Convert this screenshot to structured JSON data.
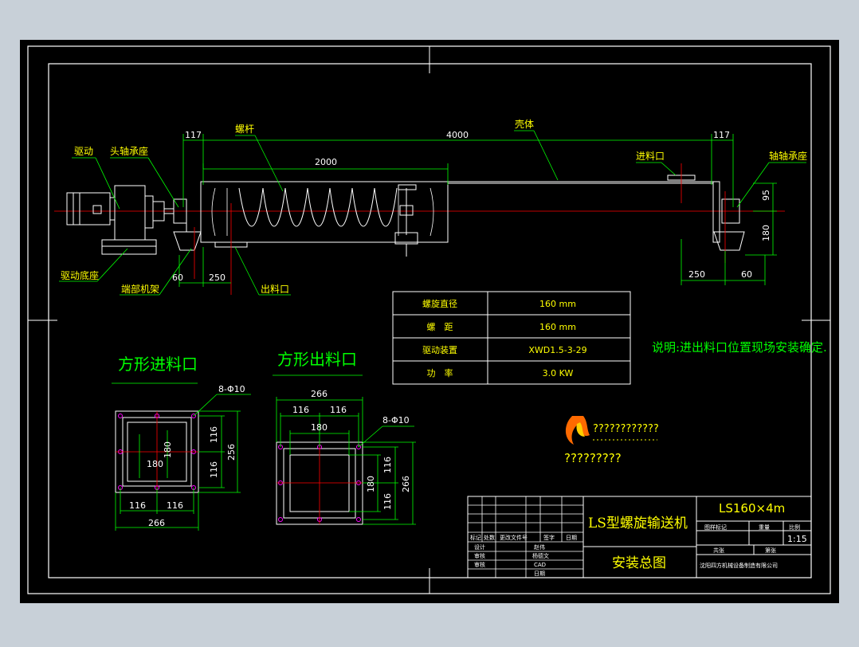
{
  "colors": {
    "background": "#000000",
    "outer": "#c8d0d8",
    "line": "#ffffff",
    "dimension": "#00ff00",
    "center": "#ff0000",
    "label": "#ffff00",
    "title_green": "#00ff00"
  },
  "dims": {
    "d117_left": "117",
    "d4000": "4000",
    "d117_right": "117",
    "d2000": "2000",
    "d60_left": "60",
    "d250_left": "250",
    "d250_right": "250",
    "d60_right": "60",
    "d95": "95",
    "d180": "180"
  },
  "labels": {
    "drive": "驱动",
    "head_bearing": "头轴承座",
    "screw_rod": "螺杆",
    "casing": "壳体",
    "inlet": "进料口",
    "tail_bearing": "轴轴承座",
    "drive_base": "驱动底座",
    "end_frame": "端部机架",
    "outlet": "出料口"
  },
  "spec_table": {
    "rows": [
      {
        "name": "螺旋直径",
        "value": "160 mm"
      },
      {
        "name": "螺　距",
        "value": "160 mm"
      },
      {
        "name": "驱动装置",
        "value": "XWD1.5-3-29"
      },
      {
        "name": "功　率",
        "value": "3.0 KW"
      }
    ]
  },
  "note": "说明:进出料口位置现场安装确定.",
  "inlet_view": {
    "title": "方形进料口",
    "holes": "8-Φ10",
    "d116a": "116",
    "d116b": "116",
    "d180a": "180",
    "d180b": "180",
    "d256": "256",
    "d116c": "116",
    "d116d": "116",
    "d266": "266"
  },
  "outlet_view": {
    "title": "方形出料口",
    "d266": "266",
    "d116a": "116",
    "d116b": "116",
    "d180": "180",
    "holes": "8-Φ10",
    "d180v": "180",
    "d116c": "116",
    "d116d": "116",
    "d266v": "266"
  },
  "logo": {
    "line1": "????????????",
    "line2": "?????????"
  },
  "title_block": {
    "machine_name": "LS型螺旋输送机",
    "drawing_name": "安装总图",
    "model": "LS160×4m",
    "scale": "1:15",
    "company": "沈阳四方机械设备制造有限公司",
    "header_cells": [
      "标记",
      "处数",
      "更改文件号",
      "签字",
      "日期"
    ],
    "role_cells": [
      "设计",
      "审核",
      "审核"
    ],
    "name_cells": [
      "赵伟",
      "杨德文",
      "CAD"
    ],
    "date_label": "日期",
    "small_headers": [
      "图样标记",
      "重量",
      "比例"
    ],
    "sheet_cells": [
      "共张",
      "第张"
    ]
  }
}
